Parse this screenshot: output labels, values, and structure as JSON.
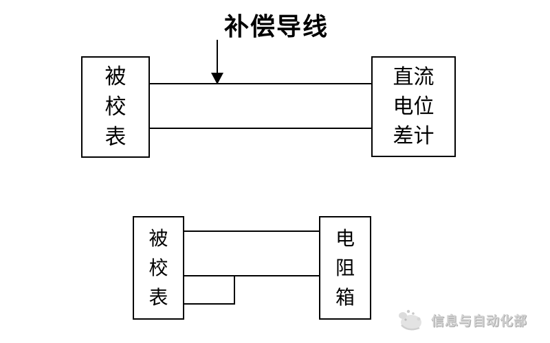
{
  "colors": {
    "ink": "#000000",
    "background": "#ffffff",
    "watermark_text": "#d2d2d2",
    "watermark_shadow": "#a6a6a6"
  },
  "annotation": {
    "label": "补偿导线"
  },
  "top_diagram": {
    "left_box": {
      "name": "被校表",
      "lines": [
        "被",
        "校",
        "表"
      ]
    },
    "right_box": {
      "name": "直流电位差计",
      "lines": [
        "直流",
        "电位",
        "差计"
      ]
    }
  },
  "bottom_diagram": {
    "left_box": {
      "name": "被校表",
      "lines": [
        "被",
        "校",
        "表"
      ]
    },
    "right_box": {
      "name": "电阻箱",
      "lines": [
        "电",
        "阻",
        "箱"
      ]
    }
  },
  "watermark": {
    "text": "信息与自动化部",
    "logo": "brand-logo-icon"
  }
}
